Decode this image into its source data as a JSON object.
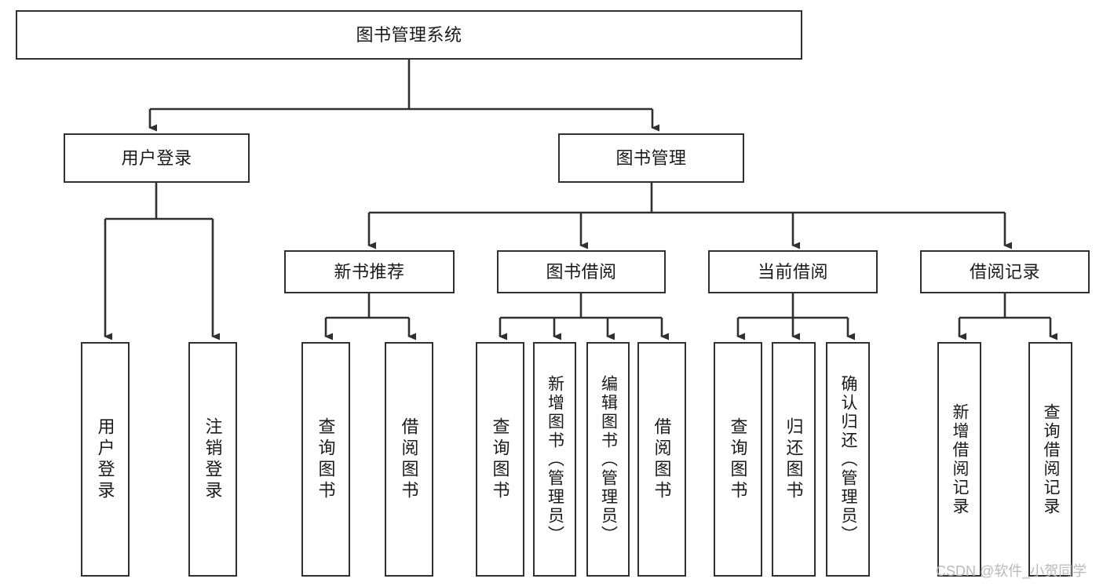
{
  "diagram": {
    "title": "图书管理系统",
    "type": "tree-hierarchy",
    "style": {
      "box_stroke": "#30302f",
      "box_fill": "#ffffff",
      "edge_stroke": "#30302f",
      "text_color": "#1a1a1a",
      "background": "#ffffff",
      "watermark_color": "#b9b9b9"
    },
    "nodes": {
      "root": {
        "label": "图书管理系统",
        "level": 0
      },
      "l1": [
        {
          "id": "user_login",
          "label": "用户登录"
        },
        {
          "id": "book_mgmt",
          "label": "图书管理"
        }
      ],
      "l2": [
        {
          "id": "new_book_rec",
          "label": "新书推荐",
          "parent": "book_mgmt"
        },
        {
          "id": "book_borrow",
          "label": "图书借阅",
          "parent": "book_mgmt"
        },
        {
          "id": "current_borrow",
          "label": "当前借阅",
          "parent": "book_mgmt"
        },
        {
          "id": "borrow_record",
          "label": "借阅记录",
          "parent": "book_mgmt"
        }
      ],
      "leaves": [
        {
          "id": "leaf1",
          "label": "用户登录",
          "parent": "user_login"
        },
        {
          "id": "leaf2",
          "label": "注销登录",
          "parent": "user_login"
        },
        {
          "id": "leaf3",
          "label": "查询图书",
          "parent": "new_book_rec"
        },
        {
          "id": "leaf4",
          "label": "借阅图书",
          "parent": "new_book_rec"
        },
        {
          "id": "leaf5",
          "label": "查询图书",
          "parent": "book_borrow"
        },
        {
          "id": "leaf6",
          "label": "新增图书（管理员）",
          "parent": "book_borrow"
        },
        {
          "id": "leaf7",
          "label": "编辑图书（管理员）",
          "parent": "book_borrow"
        },
        {
          "id": "leaf8",
          "label": "借阅图书",
          "parent": "book_borrow"
        },
        {
          "id": "leaf9",
          "label": "查询图书",
          "parent": "current_borrow"
        },
        {
          "id": "leaf10",
          "label": "归还图书",
          "parent": "current_borrow"
        },
        {
          "id": "leaf11",
          "label": "确认归还（管理员）",
          "parent": "current_borrow"
        },
        {
          "id": "leaf12",
          "label": "新增借阅记录",
          "parent": "borrow_record"
        },
        {
          "id": "leaf13",
          "label": "查询借阅记录",
          "parent": "borrow_record"
        }
      ]
    },
    "watermark": "CSDN @软件_小贺同学"
  }
}
